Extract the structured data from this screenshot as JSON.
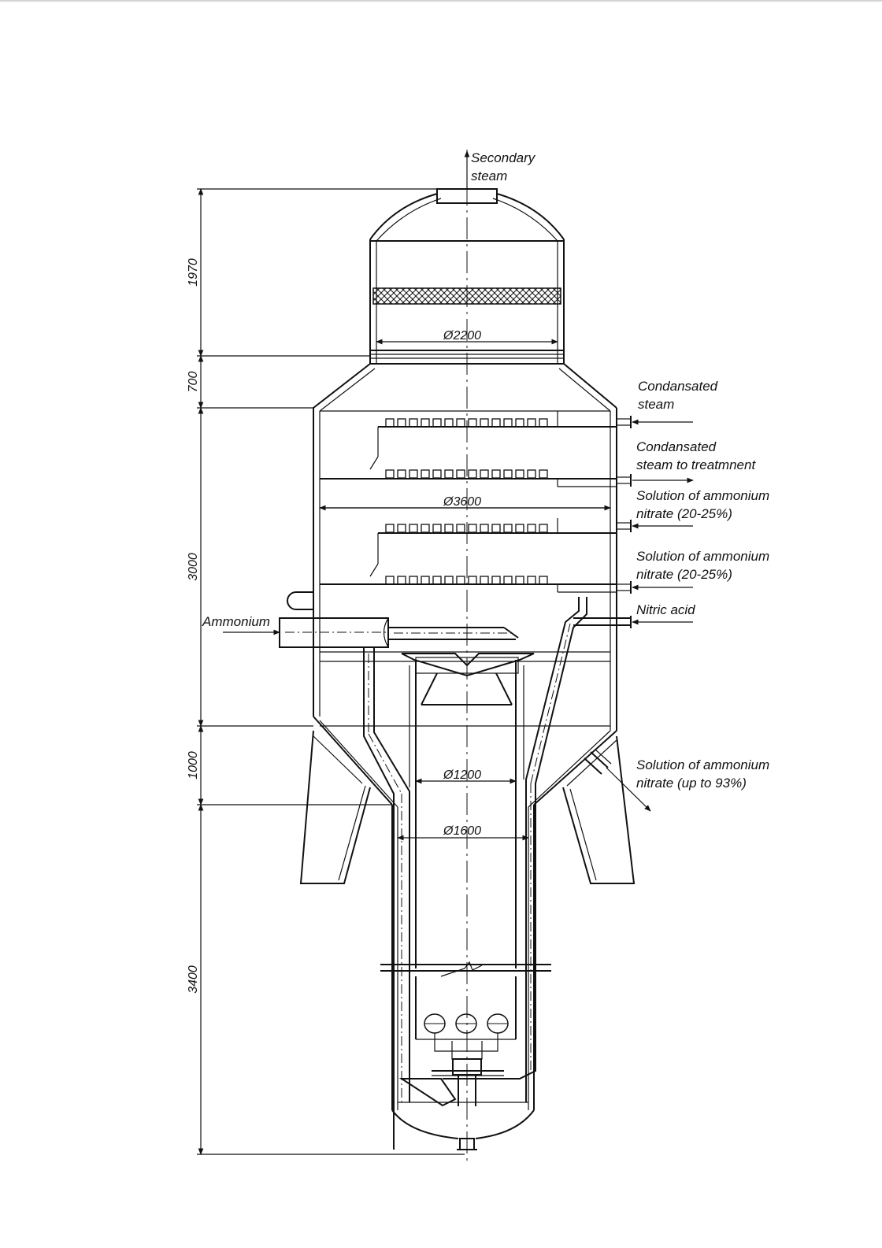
{
  "labels": {
    "secondary_steam": [
      "Secondary",
      "steam"
    ],
    "condensated_steam": [
      "Condansated",
      "steam"
    ],
    "condensated_treatment": [
      "Condansated",
      "steam to treatmnent"
    ],
    "solution_1": [
      "Solution of ammonium",
      "nitrate (20-25%)"
    ],
    "solution_2": [
      "Solution of ammonium",
      "nitrate (20-25%)"
    ],
    "nitric_acid": "Nitric acid",
    "ammonium": "Ammonium",
    "solution_93": [
      "Solution of ammonium",
      "nitrate (up to 93%)"
    ]
  },
  "diameters": {
    "d2200": "Ø2200",
    "d3600": "Ø3600",
    "d1200": "Ø1200",
    "d1600": "Ø1600"
  },
  "heights": {
    "h1970": "1970",
    "h700": "700",
    "h3000": "3000",
    "h1000": "1000",
    "h3400": "3400"
  },
  "colors": {
    "line": "#111111",
    "background": "#ffffff"
  }
}
